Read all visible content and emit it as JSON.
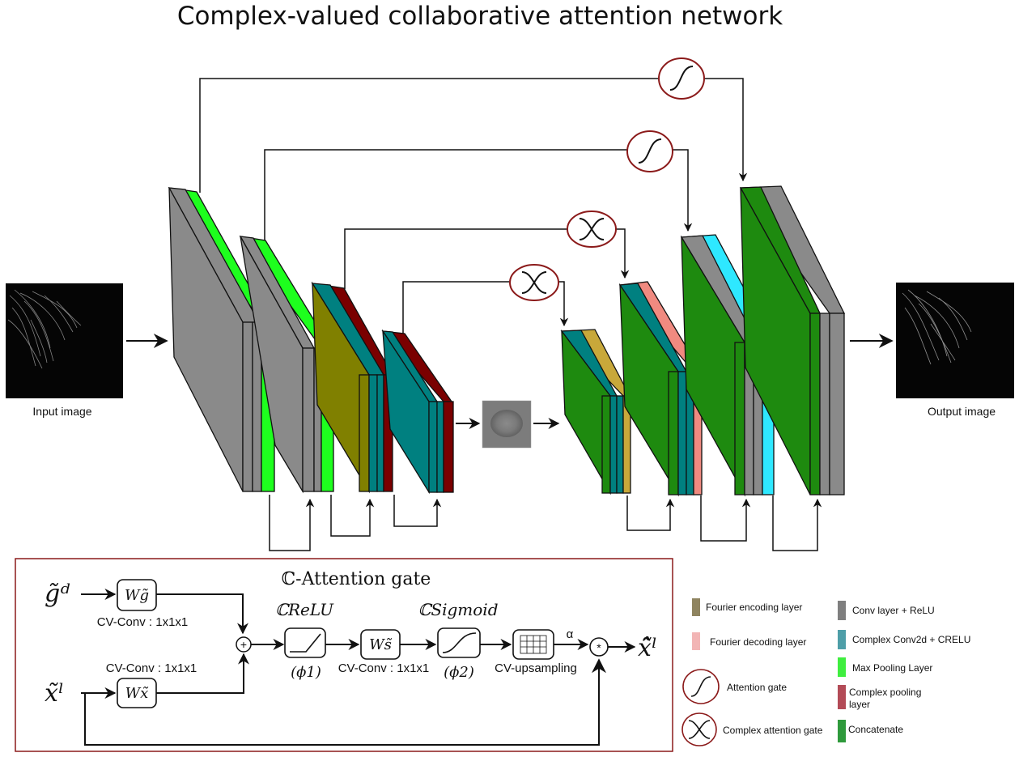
{
  "title": "Complex-valued collaborative attention network",
  "input_label": "Input image",
  "output_label": "Output image",
  "gate": {
    "title": "ℂ-Attention gate",
    "g_symbol": "g̃ᵈ",
    "x_symbol": "x̃ˡ",
    "wg": "Wg̃",
    "wx": "Wx̃",
    "ws": "Ws̃",
    "cv_conv_top": "CV-Conv : 1x1x1",
    "cv_conv_bottom": "CV-Conv : 1x1x1",
    "cv_conv_mid": "CV-Conv : 1x1x1",
    "crelu": "ℂReLU",
    "csigmoid": "ℂSigmoid",
    "phi1": "(ϕ1)",
    "phi2": "(ϕ2)",
    "upsampling": "CV-upsampling",
    "alpha": "α",
    "output_symbol": "x̂̃ˡ"
  },
  "legend": {
    "items": [
      {
        "label": "Fourier encoding layer",
        "color": "#8f8460"
      },
      {
        "label": "Fourier decoding layer",
        "color": "#f2b5b5"
      },
      {
        "label": "Attention gate",
        "icon": "sigmoid-gate-icon"
      },
      {
        "label": "Complex attention gate",
        "icon": "cross-gate-icon"
      },
      {
        "label": "Conv layer + ReLU",
        "color": "#7f7f7f"
      },
      {
        "label": "Complex Conv2d + CRELU",
        "color": "#4e9ea8"
      },
      {
        "label": "Max Pooling Layer",
        "color": "#3fee3f"
      },
      {
        "label": "Complex pooling layer",
        "color": "#b34b57"
      },
      {
        "label": "Concatenate",
        "color": "#2f9a3c"
      }
    ]
  },
  "colors": {
    "gray": "#8a8a8a",
    "green": "#1e8a0f",
    "bright_green": "#1eff1e",
    "olive": "#808000",
    "teal": "#008080",
    "dark_red": "#7a0000",
    "cyan": "#2ee8ff",
    "pink": "#f08a80",
    "gold": "#c8a83a",
    "gate_red": "#8b1a1a"
  }
}
